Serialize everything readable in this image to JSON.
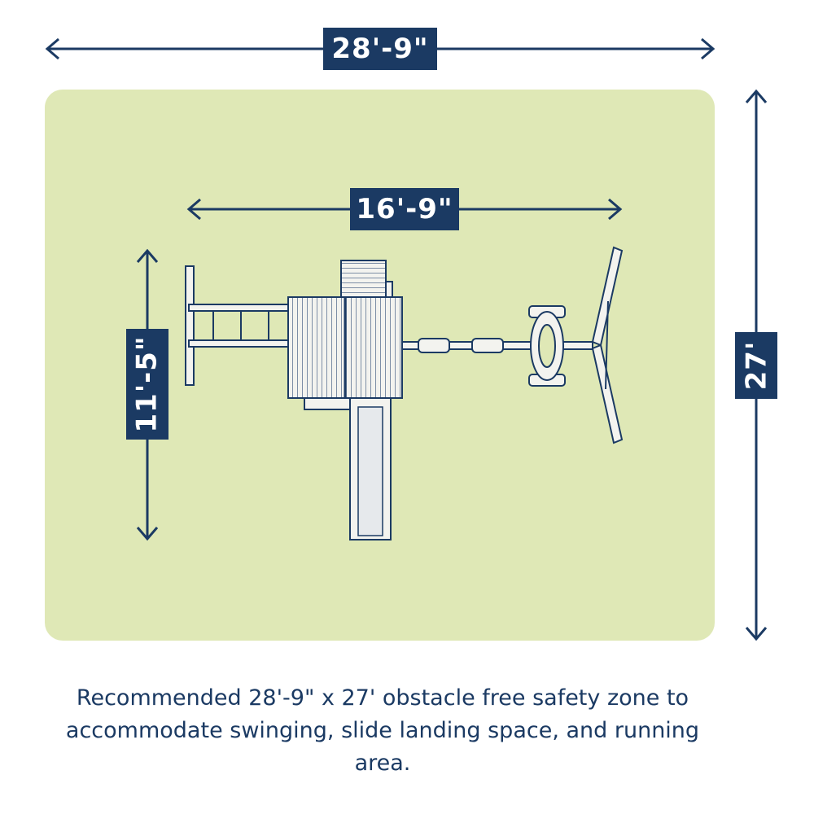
{
  "dimensions": {
    "overall_width": "28'-9\"",
    "overall_depth": "27'",
    "play_width": "16'-9\"",
    "play_depth": "11'-5\""
  },
  "caption": "Recommended 28'-9\" x 27' obstacle free safety zone to accommodate swinging, slide landing space, and running area.",
  "colors": {
    "navy": "#1b3a63",
    "zone": "#dfe8b6",
    "structure": "#f3f3ef"
  }
}
